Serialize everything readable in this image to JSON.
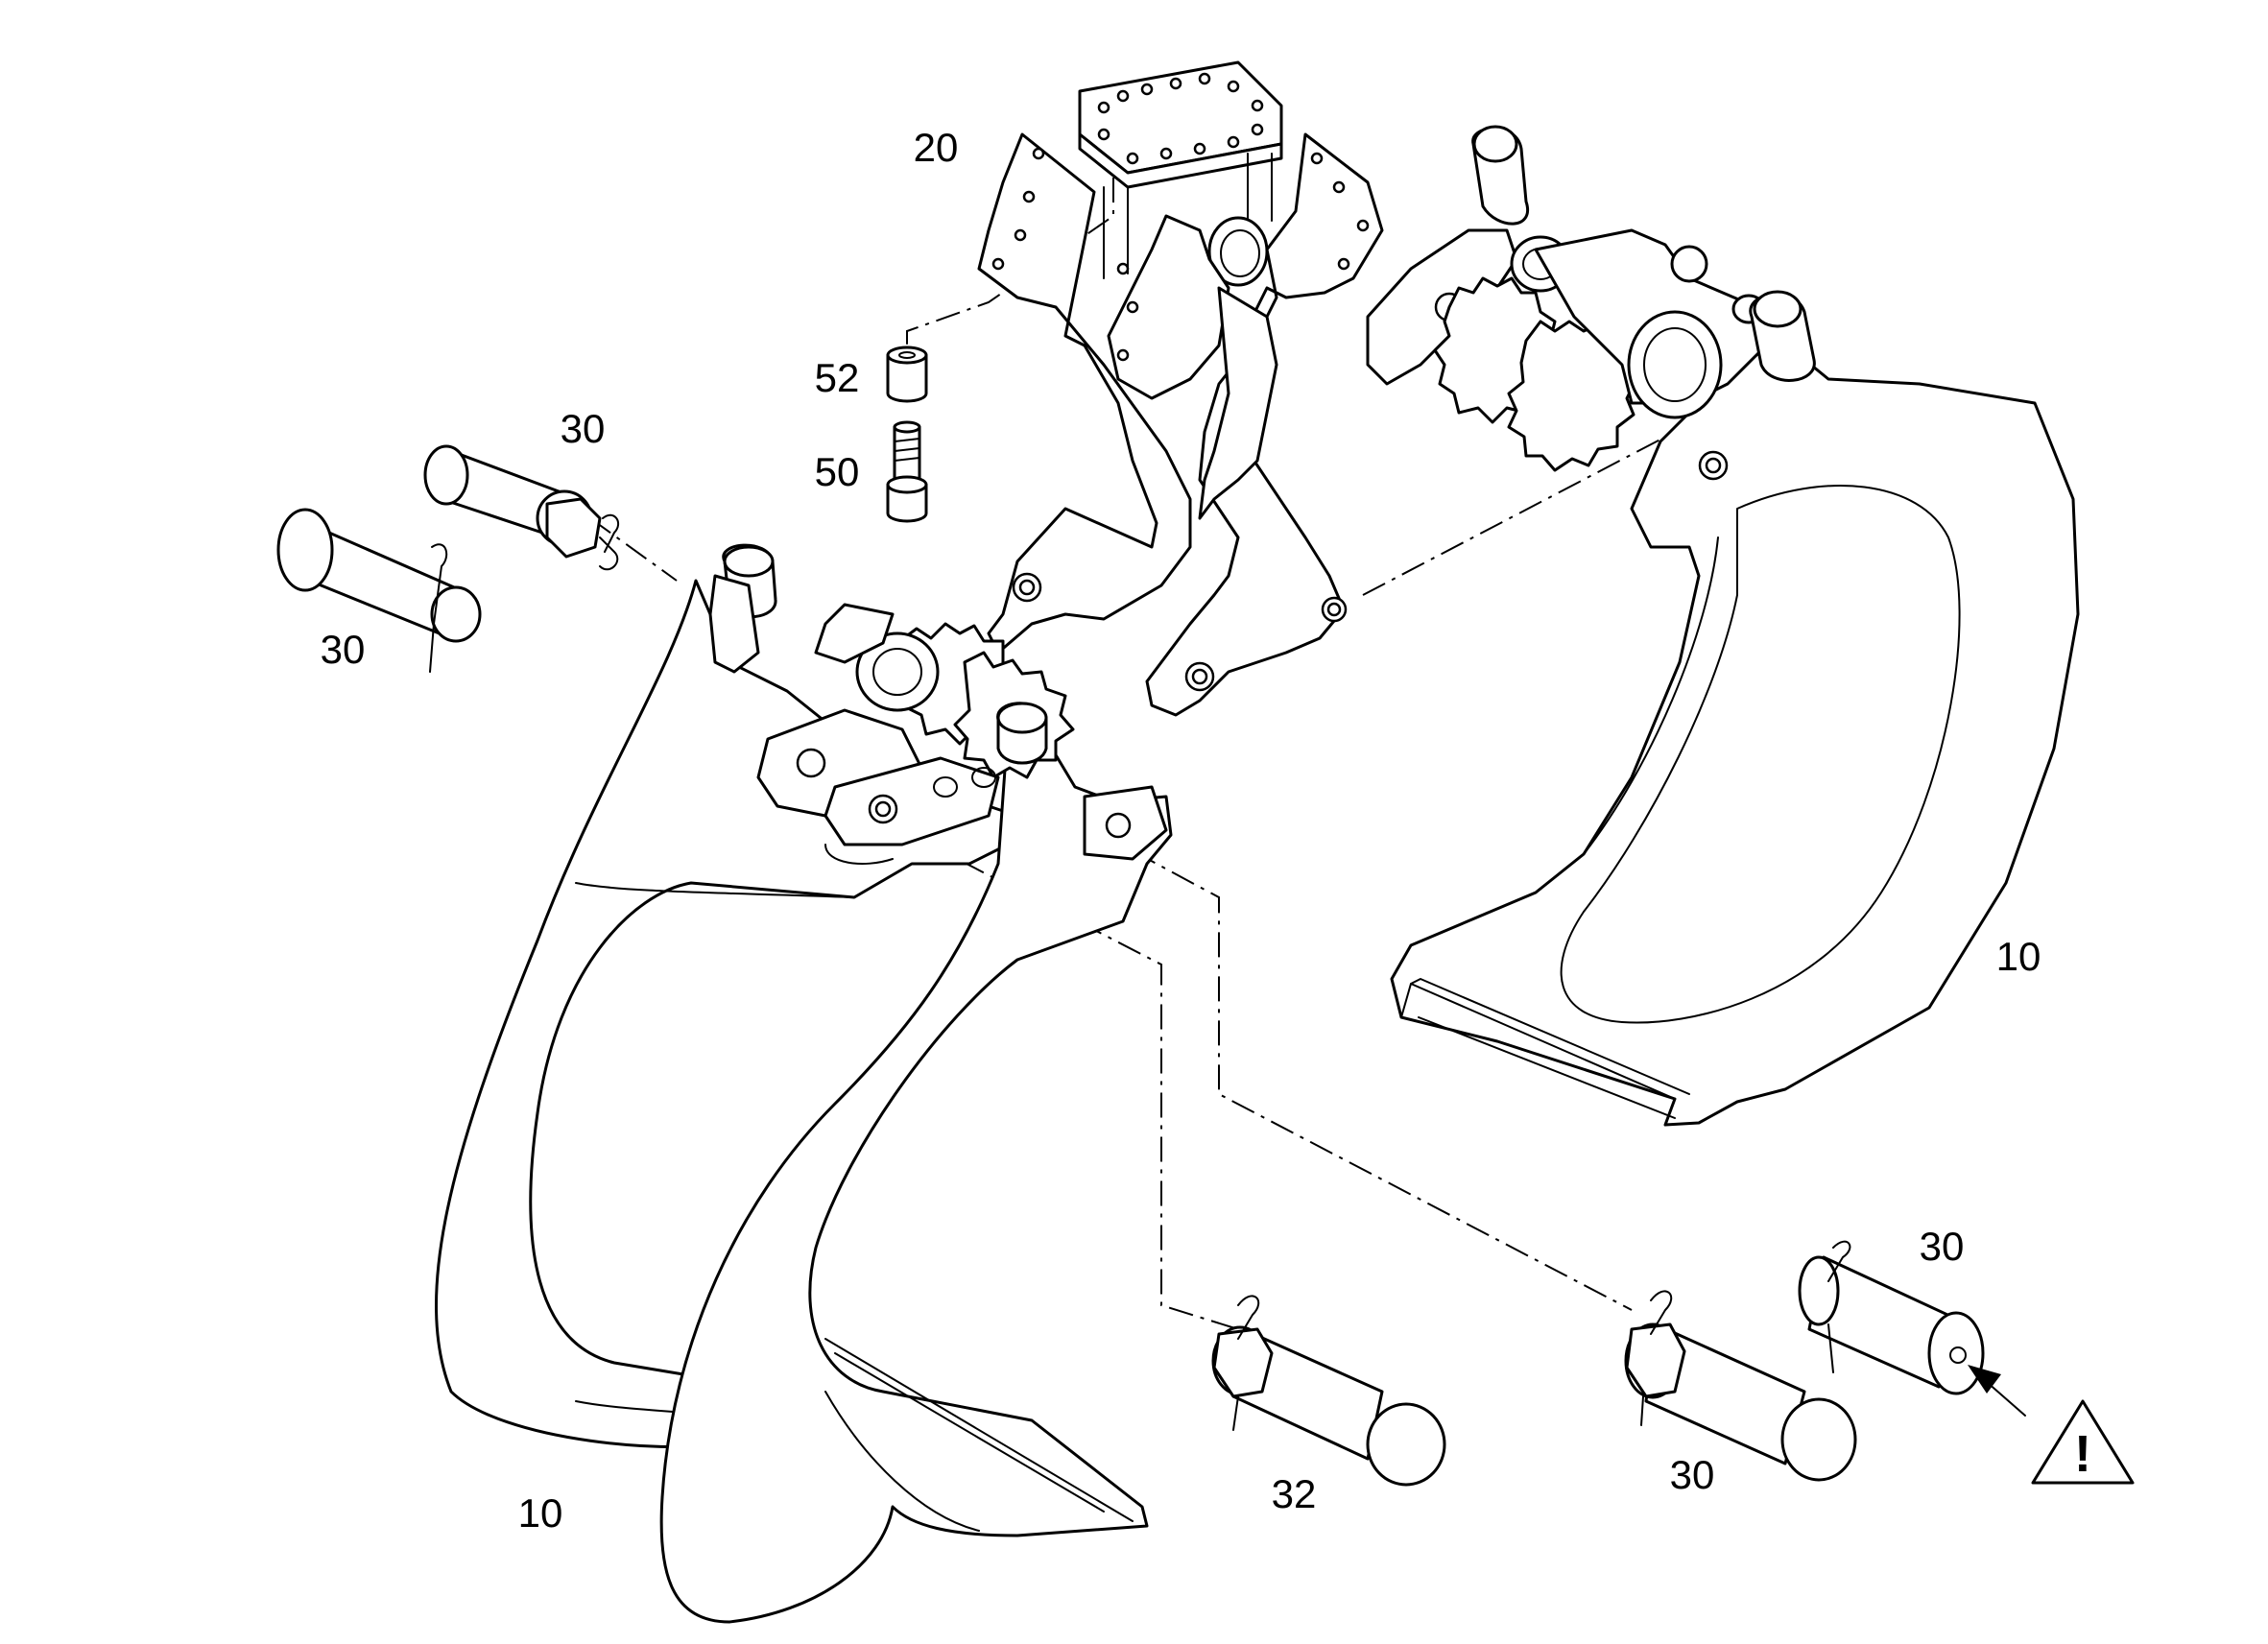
{
  "callouts": {
    "rotator_bracket": "20",
    "spacer": "52",
    "bolt": "50",
    "pin_top_upper": "30",
    "pin_top_lower": "30",
    "tong_right": "10",
    "tong_left": "10",
    "pin_bottom_32": "32",
    "pin_bottom_mid": "30",
    "pin_bottom_right": "30"
  },
  "warning_icon": "warning-triangle-exclamation",
  "warning_glyph": "!",
  "colors": {
    "line": "#000000",
    "background": "#ffffff"
  }
}
